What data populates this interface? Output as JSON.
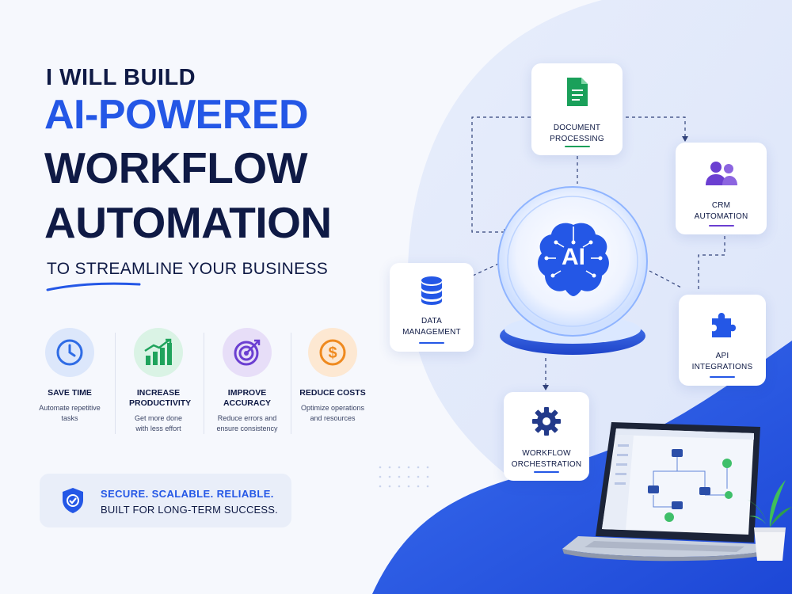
{
  "headline": {
    "pre": "I WILL BUILD",
    "line1": "AI-POWERED",
    "line2": "WORKFLOW",
    "line3": "AUTOMATION",
    "sub": "TO STREAMLINE YOUR BUSINESS"
  },
  "benefits": [
    {
      "title": "SAVE TIME",
      "desc": "Automate repetitive tasks",
      "icon": "clock-icon",
      "color": "#2f6ce5"
    },
    {
      "title": "INCREASE PRODUCTIVITY",
      "desc": "Get more done with less effort",
      "icon": "bar-chart-icon",
      "color": "#1fa35c"
    },
    {
      "title": "IMPROVE ACCURACY",
      "desc": "Reduce errors and ensure consistency",
      "icon": "target-icon",
      "color": "#6b3fd1"
    },
    {
      "title": "REDUCE COSTS",
      "desc": "Optimize operations and resources",
      "icon": "dollar-icon",
      "color": "#ef8a1f"
    }
  ],
  "secure": {
    "line1": "SECURE. SCALABLE. RELIABLE.",
    "line2": "BUILT FOR LONG-TERM SUCCESS.",
    "icon": "shield-check-icon"
  },
  "hub": {
    "label": "AI",
    "icon": "brain-icon"
  },
  "features": [
    {
      "line1": "DOCUMENT",
      "line2": "PROCESSING",
      "icon": "document-icon",
      "accent": "#1aa05a"
    },
    {
      "line1": "CRM",
      "line2": "AUTOMATION",
      "icon": "users-icon",
      "accent": "#6b3fd1"
    },
    {
      "line1": "DATA",
      "line2": "MANAGEMENT",
      "icon": "database-icon",
      "accent": "#2457e6"
    },
    {
      "line1": "API",
      "line2": "INTEGRATIONS",
      "icon": "puzzle-icon",
      "accent": "#2457e6"
    },
    {
      "line1": "WORKFLOW",
      "line2": "ORCHESTRATION",
      "icon": "gear-icon",
      "accent": "#2457e6"
    }
  ],
  "colors": {
    "brand_blue": "#2457e6",
    "navy": "#0f1a45"
  }
}
